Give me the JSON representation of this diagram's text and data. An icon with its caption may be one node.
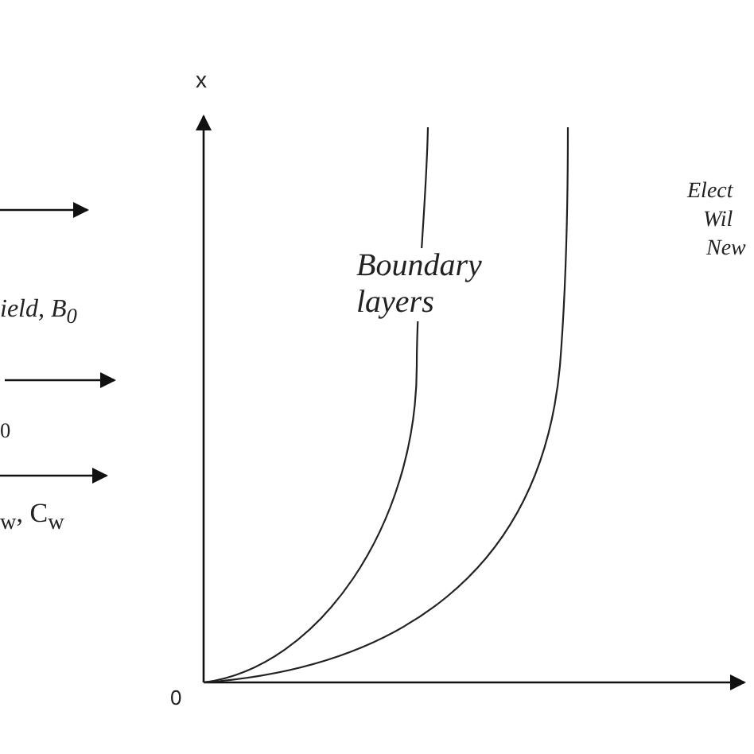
{
  "diagram": {
    "labels": [
      "x",
      "Boundary layers",
      "Elect",
      "Wil",
      "New",
      "ield, B$_{0}$",
      "$_{0}$",
      "$_{w}$, C$_{w}$",
      "0"
    ]
  }
}
